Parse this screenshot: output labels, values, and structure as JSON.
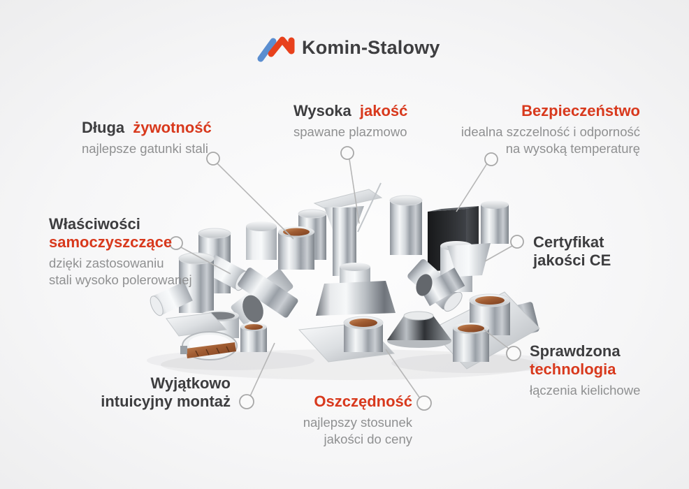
{
  "logo": {
    "text": "Komin-Stalowy",
    "icon": "roof-peaks-icon",
    "colors": {
      "blue": "#5b8ed0",
      "red": "#e8411c",
      "text": "#3e3e40"
    }
  },
  "colors": {
    "accent_red": "#d8391d",
    "heading_dark": "#3d3d3f",
    "subtitle_gray": "#8f9091",
    "leader_line": "#b6b6b6",
    "background": "#f4f4f5"
  },
  "callouts": {
    "longevity": {
      "title": "Długa",
      "title_accent": "żywotność",
      "sub1": "najlepsze gatunki stali"
    },
    "quality": {
      "title": "Wysoka",
      "title_accent": "jakość",
      "sub1": "spawane plazmowo"
    },
    "safety": {
      "title_accent": "Bezpieczeństwo",
      "sub1": "idealna szczelność i odporność",
      "sub2": "na wysoką temperaturę"
    },
    "self_cleaning": {
      "title": "Właściwości",
      "title_accent": "samoczyszczące",
      "sub1": "dzięki zastosowaniu",
      "sub2": "stali wysoko polerowanej"
    },
    "certificate": {
      "title": "Certyfikat",
      "title2": "jakości CE"
    },
    "technology": {
      "title": "Sprawdzona",
      "title_accent": "technologia",
      "sub1": "łączenia kielichowe"
    },
    "assembly": {
      "title": "Wyjątkowo",
      "title2": "intuicyjny montaż"
    },
    "economy": {
      "title_accent": "Oszczędność",
      "sub1": "najlepszy stosunek",
      "sub2": "jakości do ceny"
    }
  },
  "photo": {
    "subject": "stainless-steel-chimney-components"
  }
}
